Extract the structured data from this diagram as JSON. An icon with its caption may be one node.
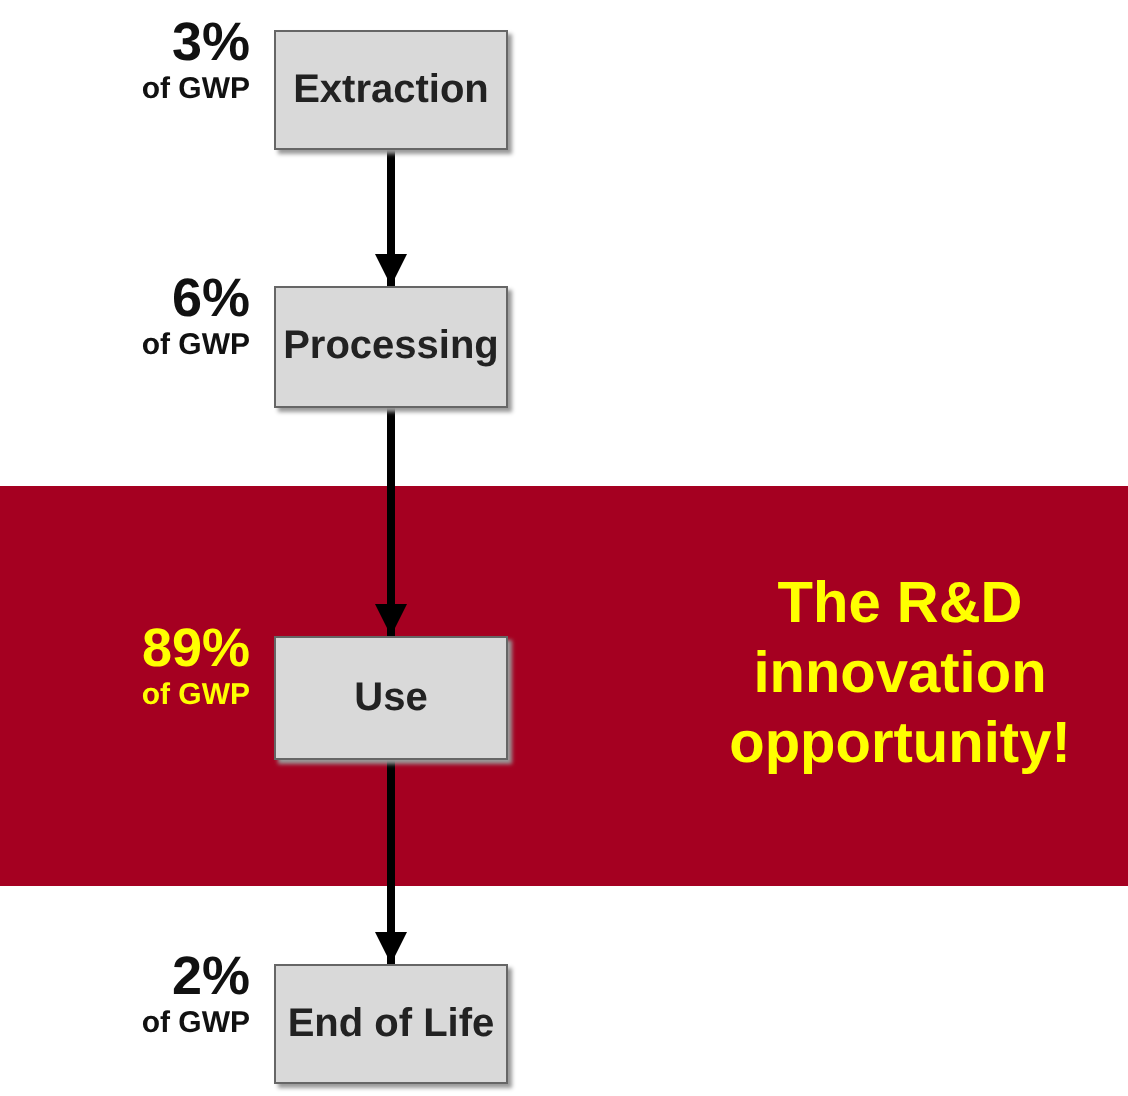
{
  "diagram": {
    "nodes": [
      {
        "text": [
          "Extraction"
        ],
        "beside": [
          "3% of GWP"
        ]
      },
      {
        "text": [
          "Processing"
        ],
        "beside": [
          "6% of GWP"
        ]
      },
      {
        "text": [
          "The R&D innovation opportunity!"
        ]
      },
      {
        "text": [
          "Use"
        ],
        "in": 2,
        "beside": [
          "89% of GWP"
        ]
      },
      {
        "text": [
          "End of Life"
        ],
        "beside": [
          "2% of GWP"
        ]
      }
    ],
    "edges": [
      {
        "from": 0,
        "to": 1,
        "arrow": "to"
      },
      {
        "from": 1,
        "to": 3,
        "arrow": "to"
      },
      {
        "from": 3,
        "to": 4,
        "arrow": "to"
      }
    ]
  }
}
